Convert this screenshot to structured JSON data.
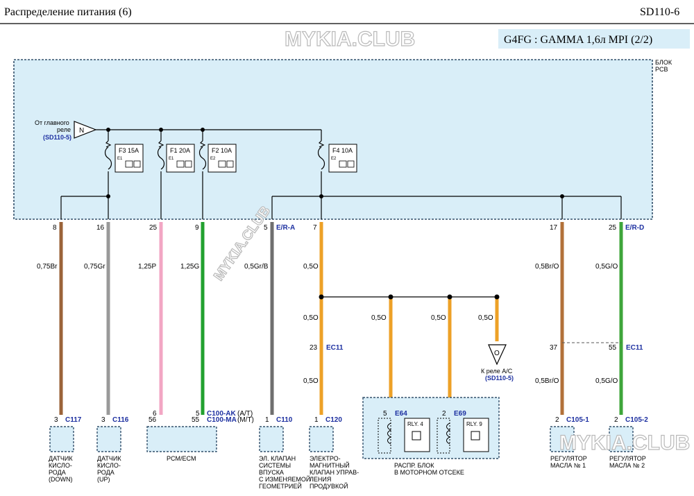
{
  "header": {
    "title": "Распределение питания (6)",
    "code": "SD110-6",
    "engine": "G4FG : GAMMA 1,6л MPI (2/2)"
  },
  "watermark": "MYKIA.CLUB",
  "pcb": {
    "label1": "БЛОК",
    "label2": "PCB"
  },
  "source": {
    "label1": "От главного",
    "label2": "реле",
    "ref": "(SD110-5)",
    "symbol": "N"
  },
  "fuses": [
    {
      "name": "F3 15A",
      "idx": "E1"
    },
    {
      "name": "F1 20A",
      "idx": "E1"
    },
    {
      "name": "F2 10A",
      "idx": "E2"
    },
    {
      "name": "F4 10A",
      "idx": "E2"
    }
  ],
  "pins": [
    "8",
    "16",
    "25",
    "9",
    "5",
    "7",
    "17",
    "25"
  ],
  "pin_tags": {
    "er_a": "E/R-A",
    "er_d": "E/R-D"
  },
  "wires": [
    "0,75Br",
    "0,75Gr",
    "1,25P",
    "1,25G",
    "0,5Gr/B",
    "0,5O",
    "0,5Br/O",
    "0,5G/O"
  ],
  "branch_wires": [
    "0,5O",
    "0,5O",
    "0,5O",
    "0,5O"
  ],
  "ec11": {
    "pin_left": "23",
    "pin_mid": "37",
    "pin_right": "55",
    "name": "EC11",
    "wire_after": "0,5O",
    "wire_mid": "0,5Br/O",
    "wire_right": "0,5G/O"
  },
  "to_relay": {
    "symbol": "O",
    "label": "К реле A/C",
    "ref": "(SD110-5)"
  },
  "connectors": {
    "c117": {
      "pin": "3",
      "name": "C117"
    },
    "c116": {
      "pin": "3",
      "name": "C116"
    },
    "pcm": {
      "pin_a": "6",
      "pin_b": "56",
      "pin_c": "5",
      "pin_d": "55",
      "name_at": "C100-AK",
      "mode_at": "(A/T)",
      "name_mt": "C100-MA",
      "mode_mt": "(M/T)"
    },
    "c110": {
      "pin": "1",
      "name": "C110"
    },
    "c120": {
      "pin": "1",
      "name": "C120"
    },
    "e64": {
      "pin": "5",
      "name": "E64",
      "relay": "RLY. 4"
    },
    "e69": {
      "pin": "2",
      "name": "E69",
      "relay": "RLY. 9"
    },
    "c105_1": {
      "pin": "2",
      "name": "C105-1"
    },
    "c105_2": {
      "pin": "2",
      "name": "C105-2"
    }
  },
  "components": {
    "o2_down": [
      "ДАТЧИК",
      "КИСЛО-",
      "РОДА",
      "(DOWN)"
    ],
    "o2_up": [
      "ДАТЧИК",
      "КИСЛО-",
      "РОДА",
      "(UP)"
    ],
    "pcm": [
      "PCM/ECM"
    ],
    "intake": [
      "ЭЛ. КЛАПАН",
      "СИСТЕМЫ",
      "ВПУСКА",
      "С ИЗМЕНЯЕМОЙ",
      "ГЕОМЕТРИЕЙ"
    ],
    "vvt": [
      "ЭЛЕКТРО-",
      "МАГНИТНЫЙ",
      "КЛАПАН УПРАВ-",
      "ЛЕНИЯ",
      "ПРОДУВКОЙ"
    ],
    "engine_box": [
      "РАСПР. БЛОК",
      "В МОТОРНОМ ОТСЕКЕ"
    ],
    "ocv1": [
      "РЕГУЛЯТОР",
      "МАСЛА № 1"
    ],
    "ocv2": [
      "РЕГУЛЯТОР",
      "МАСЛА № 2"
    ]
  },
  "colors": {
    "br": "#9b6339",
    "gr": "#999999",
    "p": "#f2a6c4",
    "g": "#22a12f",
    "grb": "#6f6f6f",
    "o": "#eda127",
    "bro": "#b27139",
    "go": "#3ea53a",
    "pcb_fill": "#d9eef8",
    "dash": "#33506b",
    "label_blue": "#1c2fa0"
  }
}
